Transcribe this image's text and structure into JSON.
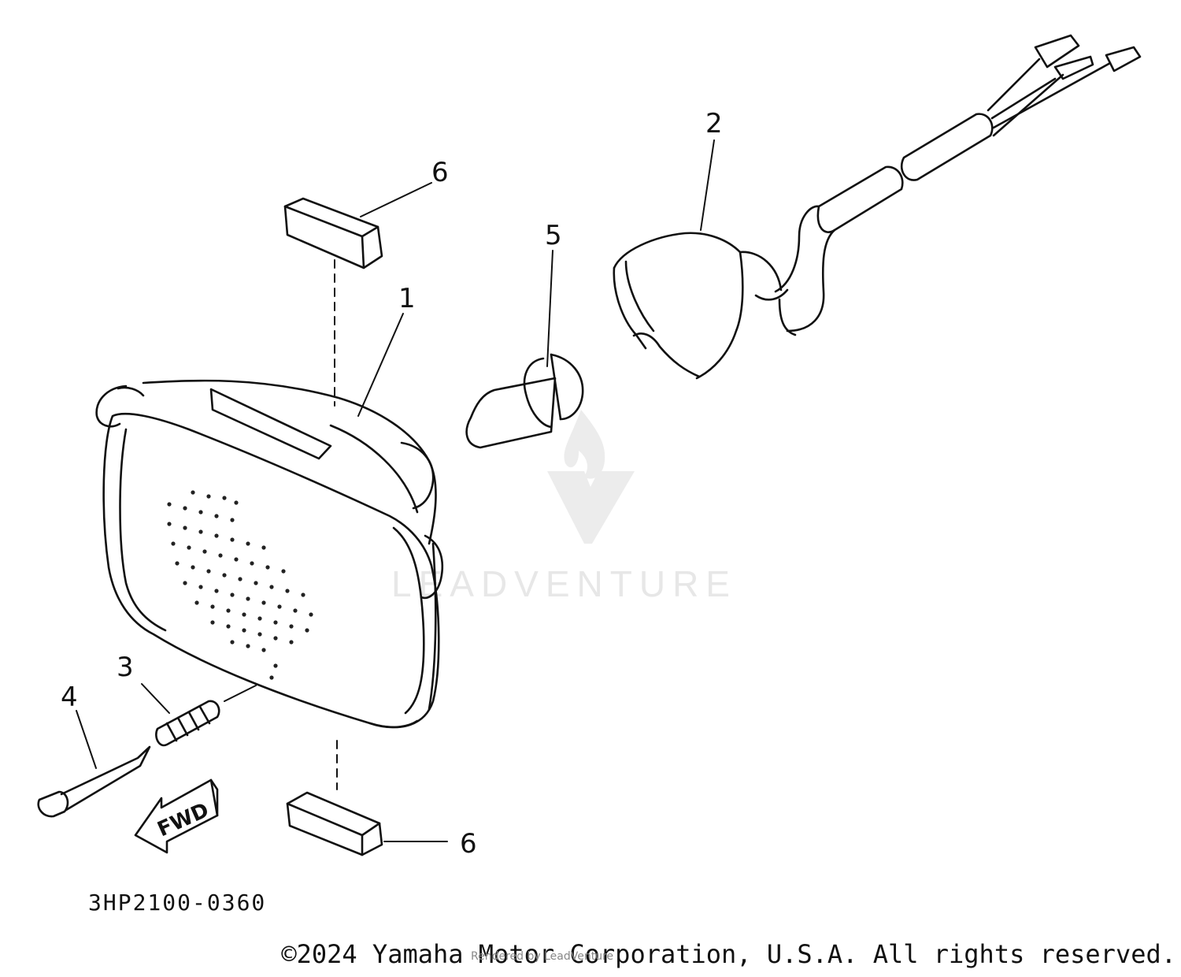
{
  "watermark": {
    "brand": "LEADVENTURE",
    "logo_icon": "flame-v-logo-icon",
    "color": "#e7e7e7"
  },
  "parts": {
    "headlight": {
      "callout": "1"
    },
    "socket_cord": {
      "callout": "2"
    },
    "spring": {
      "callout": "3"
    },
    "screw": {
      "callout": "4"
    },
    "bulb": {
      "callout": "5"
    },
    "damper_top": {
      "callout": "6"
    },
    "damper_bottom": {
      "callout": "6"
    }
  },
  "direction_arrow": {
    "label": "FWD"
  },
  "diagram_code": "3HP2100-0360",
  "copyright": "©2024 Yamaha Motor Corporation, U.S.A. All rights reserved.",
  "rendered_by": "Rendered by LeadVenture"
}
